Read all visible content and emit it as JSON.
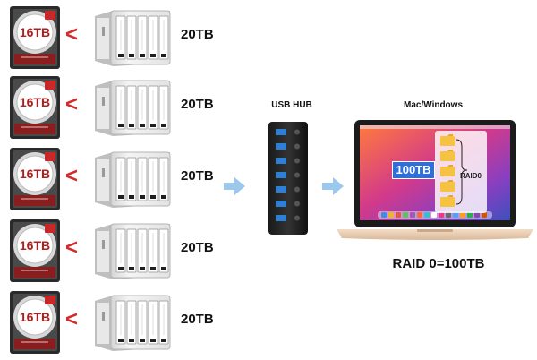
{
  "drives": [
    {
      "hdd_label": "16TB",
      "nas_capacity": "20TB",
      "comparison": "<"
    },
    {
      "hdd_label": "16TB",
      "nas_capacity": "20TB",
      "comparison": "<"
    },
    {
      "hdd_label": "16TB",
      "nas_capacity": "20TB",
      "comparison": "<"
    },
    {
      "hdd_label": "16TB",
      "nas_capacity": "20TB",
      "comparison": "<"
    },
    {
      "hdd_label": "16TB",
      "nas_capacity": "20TB",
      "comparison": "<"
    }
  ],
  "hub": {
    "label": "USB HUB"
  },
  "computer": {
    "label": "Mac/Windows",
    "screen_capacity": "100TB",
    "screen_raid": "RAID0"
  },
  "summary": "RAID 0=100TB",
  "colors": {
    "accent_red": "#d42a2a",
    "arrow_blue": "#9cc8ee",
    "badge_blue": "#2e6fe0"
  }
}
